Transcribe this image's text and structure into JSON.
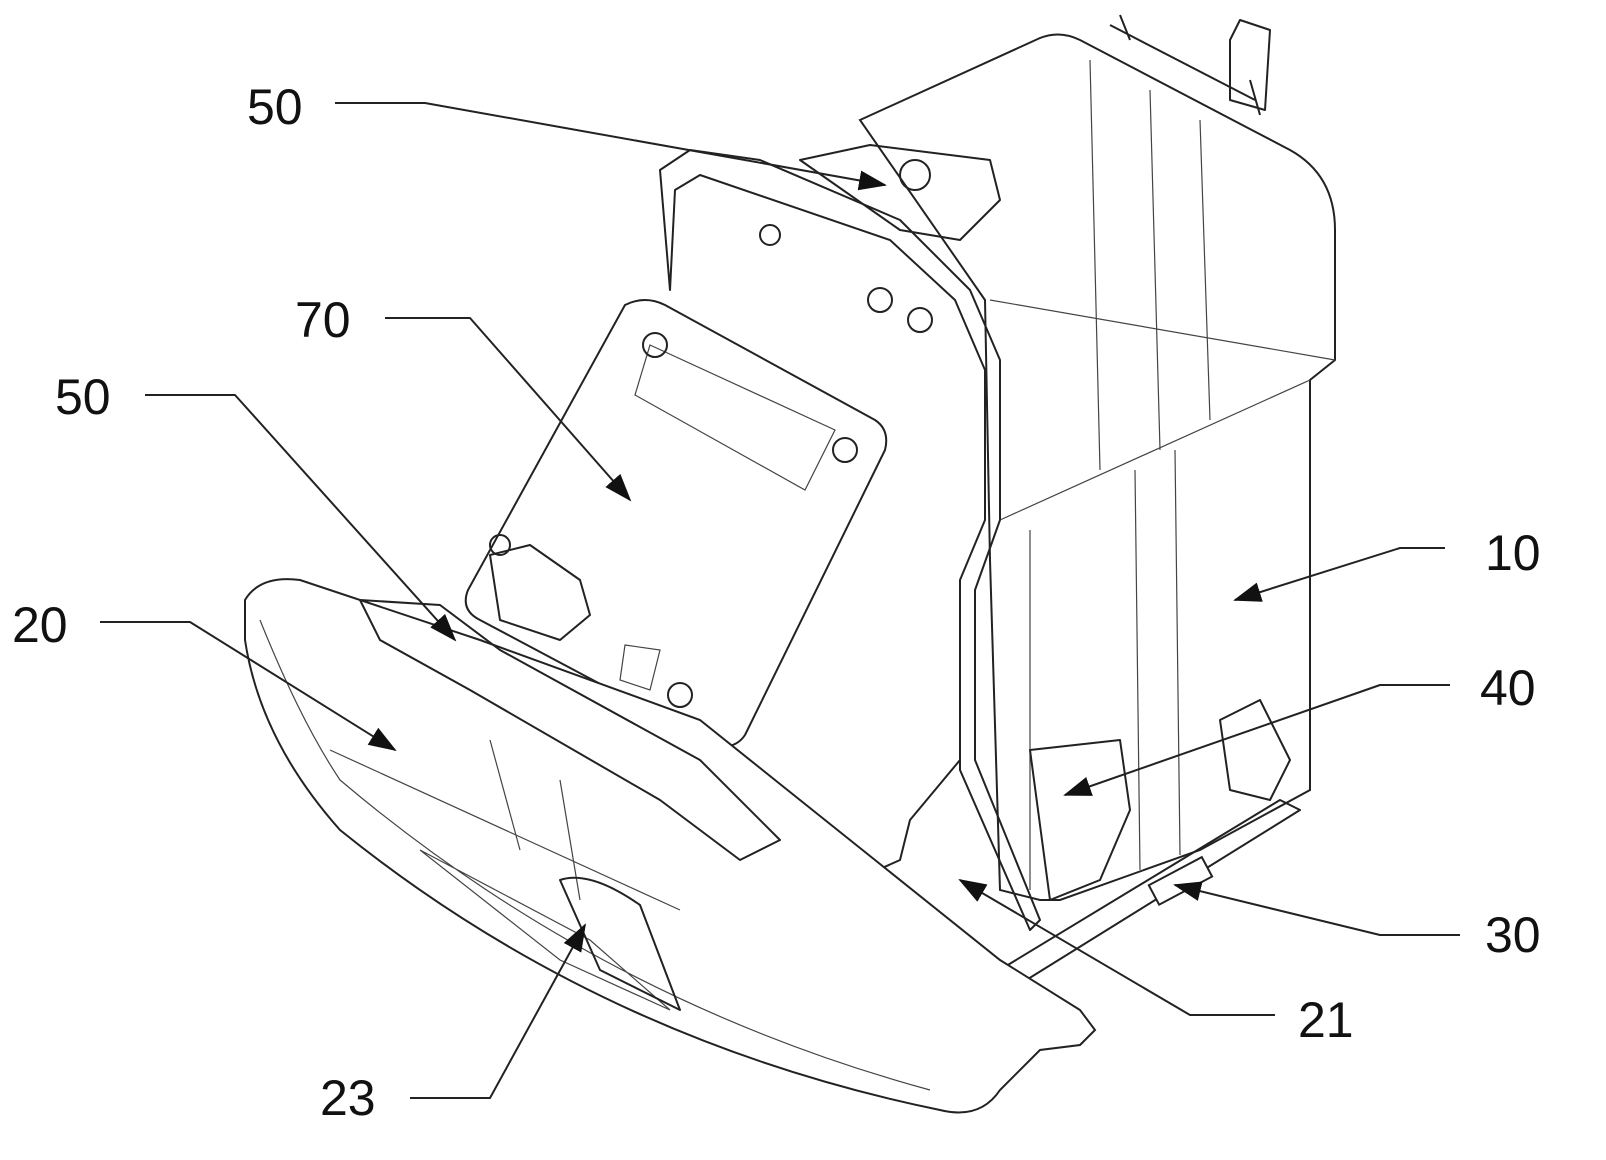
{
  "figure": {
    "labels": {
      "part_50_top": "50",
      "part_70": "70",
      "part_50_left": "50",
      "part_20": "20",
      "part_10": "10",
      "part_40": "40",
      "part_30": "30",
      "part_21": "21",
      "part_23": "23"
    },
    "line_color": "#222222",
    "background": "#ffffff"
  }
}
